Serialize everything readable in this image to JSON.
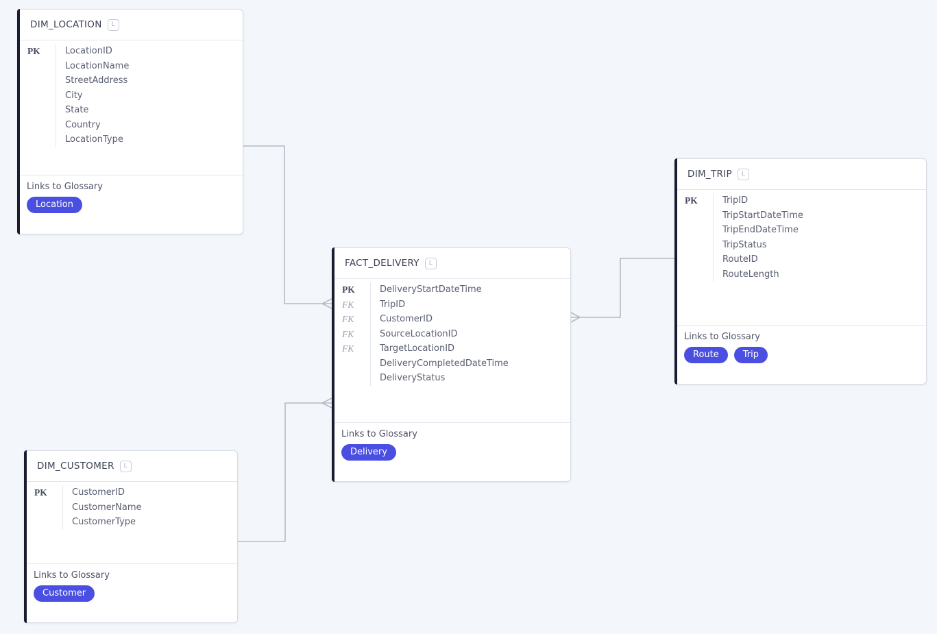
{
  "theme": {
    "background": "#f3f6fa",
    "card_background": "#ffffff",
    "card_border": "#d7dbe3",
    "accent_bar": "#1a1c30",
    "badge_background": "#4a4fe1",
    "badge_text": "#ffffff",
    "connector": "#b5bbc6",
    "pk_text": "#474c63",
    "fk_text": "#9aa0af"
  },
  "tables": [
    {
      "title": "DIM_LOCATION",
      "mode_icon": "L",
      "columns": [
        {
          "key": "PK",
          "name": "LocationID"
        },
        {
          "key": "",
          "name": "LocationName"
        },
        {
          "key": "",
          "name": "StreetAddress"
        },
        {
          "key": "",
          "name": "City"
        },
        {
          "key": "",
          "name": "State"
        },
        {
          "key": "",
          "name": "Country"
        },
        {
          "key": "",
          "name": "LocationType"
        }
      ],
      "glossary_label": "Links to Glossary",
      "glossary_links": [
        "Location"
      ]
    },
    {
      "title": "FACT_DELIVERY",
      "mode_icon": "L",
      "columns": [
        {
          "key": "PK",
          "name": "DeliveryStartDateTime"
        },
        {
          "key": "FK",
          "name": "TripID"
        },
        {
          "key": "FK",
          "name": "CustomerID"
        },
        {
          "key": "FK",
          "name": "SourceLocationID"
        },
        {
          "key": "FK",
          "name": "TargetLocationID"
        },
        {
          "key": "",
          "name": "DeliveryCompletedDateTime"
        },
        {
          "key": "",
          "name": "DeliveryStatus"
        }
      ],
      "glossary_label": "Links to Glossary",
      "glossary_links": [
        "Delivery"
      ]
    },
    {
      "title": "DIM_TRIP",
      "mode_icon": "L",
      "columns": [
        {
          "key": "PK",
          "name": "TripID"
        },
        {
          "key": "",
          "name": "TripStartDateTime"
        },
        {
          "key": "",
          "name": "TripEndDateTime"
        },
        {
          "key": "",
          "name": "TripStatus"
        },
        {
          "key": "",
          "name": "RouteID"
        },
        {
          "key": "",
          "name": "RouteLength"
        }
      ],
      "glossary_label": "Links to Glossary",
      "glossary_links": [
        "Route",
        "Trip"
      ]
    },
    {
      "title": "DIM_CUSTOMER",
      "mode_icon": "L",
      "columns": [
        {
          "key": "PK",
          "name": "CustomerID"
        },
        {
          "key": "",
          "name": "CustomerName"
        },
        {
          "key": "",
          "name": "CustomerType"
        }
      ],
      "glossary_label": "Links to Glossary",
      "glossary_links": [
        "Customer"
      ]
    }
  ],
  "relationships": [
    {
      "one_side": "DIM_LOCATION",
      "many_side": "FACT_DELIVERY",
      "notation": "crow-foot"
    },
    {
      "one_side": "DIM_CUSTOMER",
      "many_side": "FACT_DELIVERY",
      "notation": "crow-foot"
    },
    {
      "one_side": "DIM_TRIP",
      "many_side": "FACT_DELIVERY",
      "notation": "crow-foot"
    }
  ]
}
